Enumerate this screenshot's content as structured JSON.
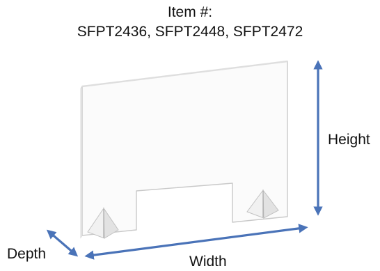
{
  "header": {
    "line1": "Item #:",
    "line2": "SFPT2436, SFPT2448, SFPT2472"
  },
  "dimensions": {
    "height_label": "Height",
    "width_label": "Width",
    "depth_label": "Depth"
  },
  "colors": {
    "arrow": "#4a73b8",
    "panel_edge": "#c9c9c9",
    "panel_fill": "#fbfbfb"
  },
  "icons": {
    "arrow_head": "arrow-icon"
  }
}
